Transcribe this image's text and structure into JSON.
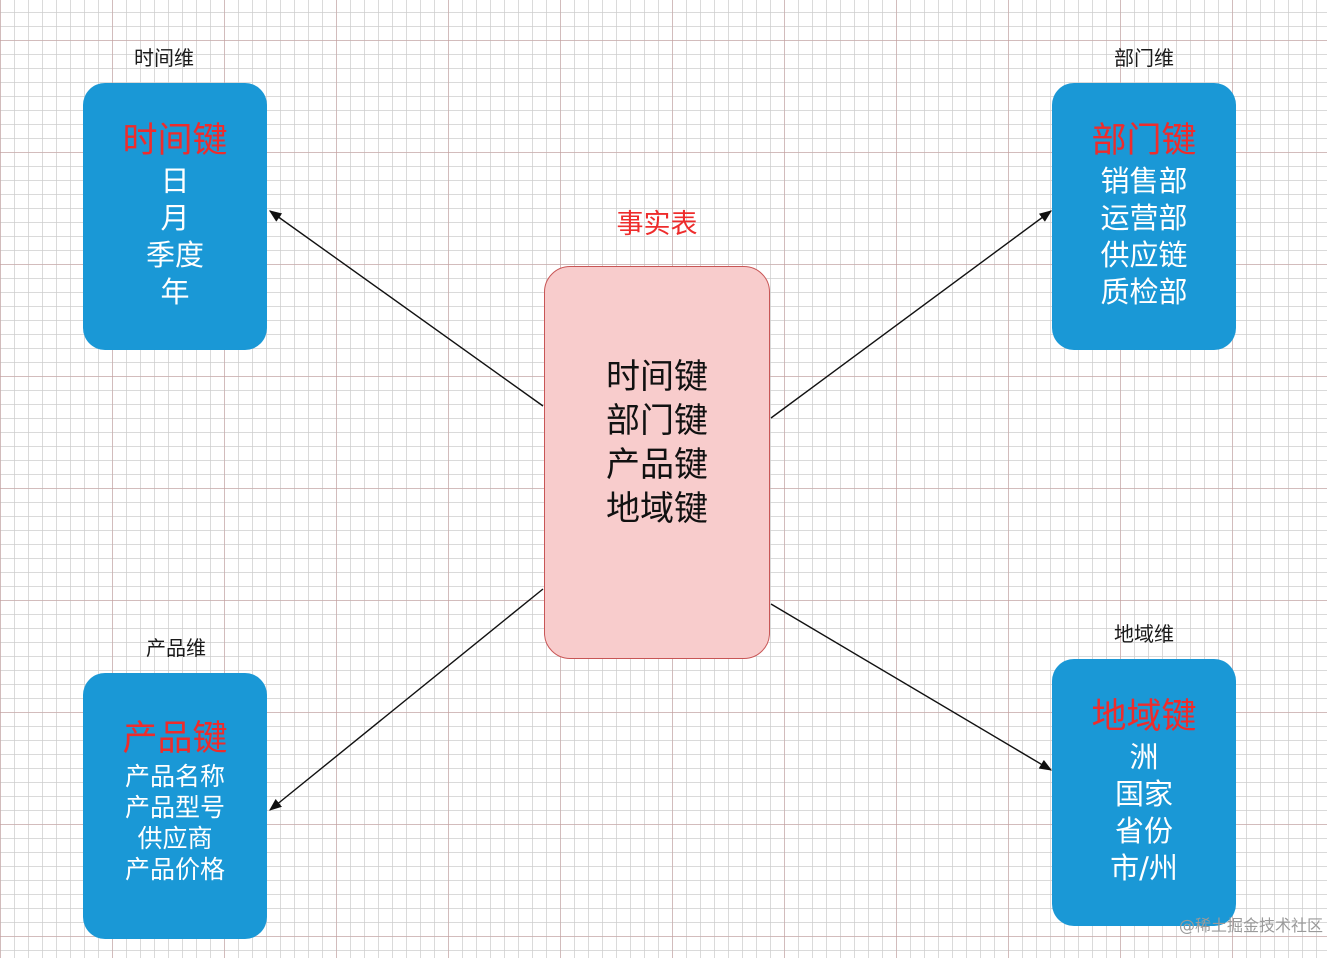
{
  "fact": {
    "title": "事实表",
    "keys": [
      "时间键",
      "部门键",
      "产品键",
      "地域键"
    ]
  },
  "dimensions": {
    "time": {
      "label": "时间维",
      "key": "时间键",
      "attributes": [
        "日",
        "月",
        "季度",
        "年"
      ]
    },
    "department": {
      "label": "部门维",
      "key": "部门键",
      "attributes": [
        "销售部",
        "运营部",
        "供应链",
        "质检部"
      ]
    },
    "product": {
      "label": "产品维",
      "key": "产品键",
      "attributes": [
        "产品名称",
        "产品型号",
        "供应商",
        "产品价格"
      ]
    },
    "region": {
      "label": "地域维",
      "key": "地域键",
      "attributes": [
        "洲",
        "国家",
        "省份",
        "市/州"
      ]
    }
  },
  "watermark": "@稀土掘金技术社区",
  "colors": {
    "dimension_box": "#1a98d6",
    "key_text": "#ee2c2c",
    "fact_box": "#f8cccc",
    "fact_border": "#c85656"
  }
}
